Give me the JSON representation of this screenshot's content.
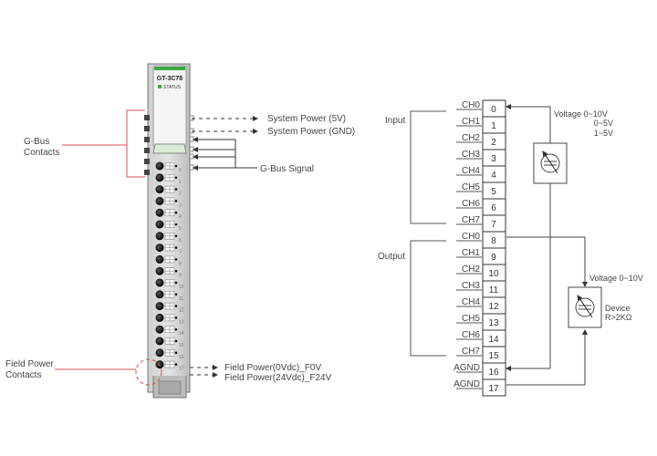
{
  "module": {
    "model": "GT-3C78",
    "status_label": "STATUS",
    "terminal_numbers": [
      "0",
      "1",
      "2",
      "3",
      "4",
      "5",
      "6",
      "7",
      "8",
      "9",
      "10",
      "11",
      "12",
      "13",
      "14",
      "15",
      "16",
      "17"
    ],
    "accent_color": "#3aa845"
  },
  "left_callouts": {
    "gbus_contacts": [
      "G-Bus",
      "Contacts"
    ],
    "field_power_contacts": [
      "Field Power",
      "Contacts"
    ],
    "system_power_5v": "System Power (5V)",
    "system_power_gnd": "System Power (GND)",
    "gbus_signal": "G-Bus Signal",
    "field_power_0v": "Field Power(0Vdc)_F0V",
    "field_power_24v": "Field Power(24Vdc)_F24V",
    "callout_color": "#e05050"
  },
  "wiring": {
    "input_label": "Input",
    "output_label": "Output",
    "terminals": [
      {
        "signal": "CH0",
        "number": "0"
      },
      {
        "signal": "CH1",
        "number": "1"
      },
      {
        "signal": "CH2",
        "number": "2"
      },
      {
        "signal": "CH3",
        "number": "3"
      },
      {
        "signal": "CH4",
        "number": "4"
      },
      {
        "signal": "CH5",
        "number": "5"
      },
      {
        "signal": "CH6",
        "number": "6"
      },
      {
        "signal": "CH7",
        "number": "7"
      },
      {
        "signal": "CH0",
        "number": "8"
      },
      {
        "signal": "CH1",
        "number": "9"
      },
      {
        "signal": "CH2",
        "number": "10"
      },
      {
        "signal": "CH3",
        "number": "11"
      },
      {
        "signal": "CH4",
        "number": "12"
      },
      {
        "signal": "CH5",
        "number": "13"
      },
      {
        "signal": "CH6",
        "number": "14"
      },
      {
        "signal": "CH7",
        "number": "15"
      },
      {
        "signal": "AGND",
        "number": "16"
      },
      {
        "signal": "AGND",
        "number": "17"
      }
    ],
    "input_source_ranges": [
      "Voltage 0~10V",
      "0~5V",
      "1~5V"
    ],
    "output_device_voltage": "Voltage 0~10V",
    "output_device": [
      "Device",
      "R>2KΩ"
    ]
  }
}
